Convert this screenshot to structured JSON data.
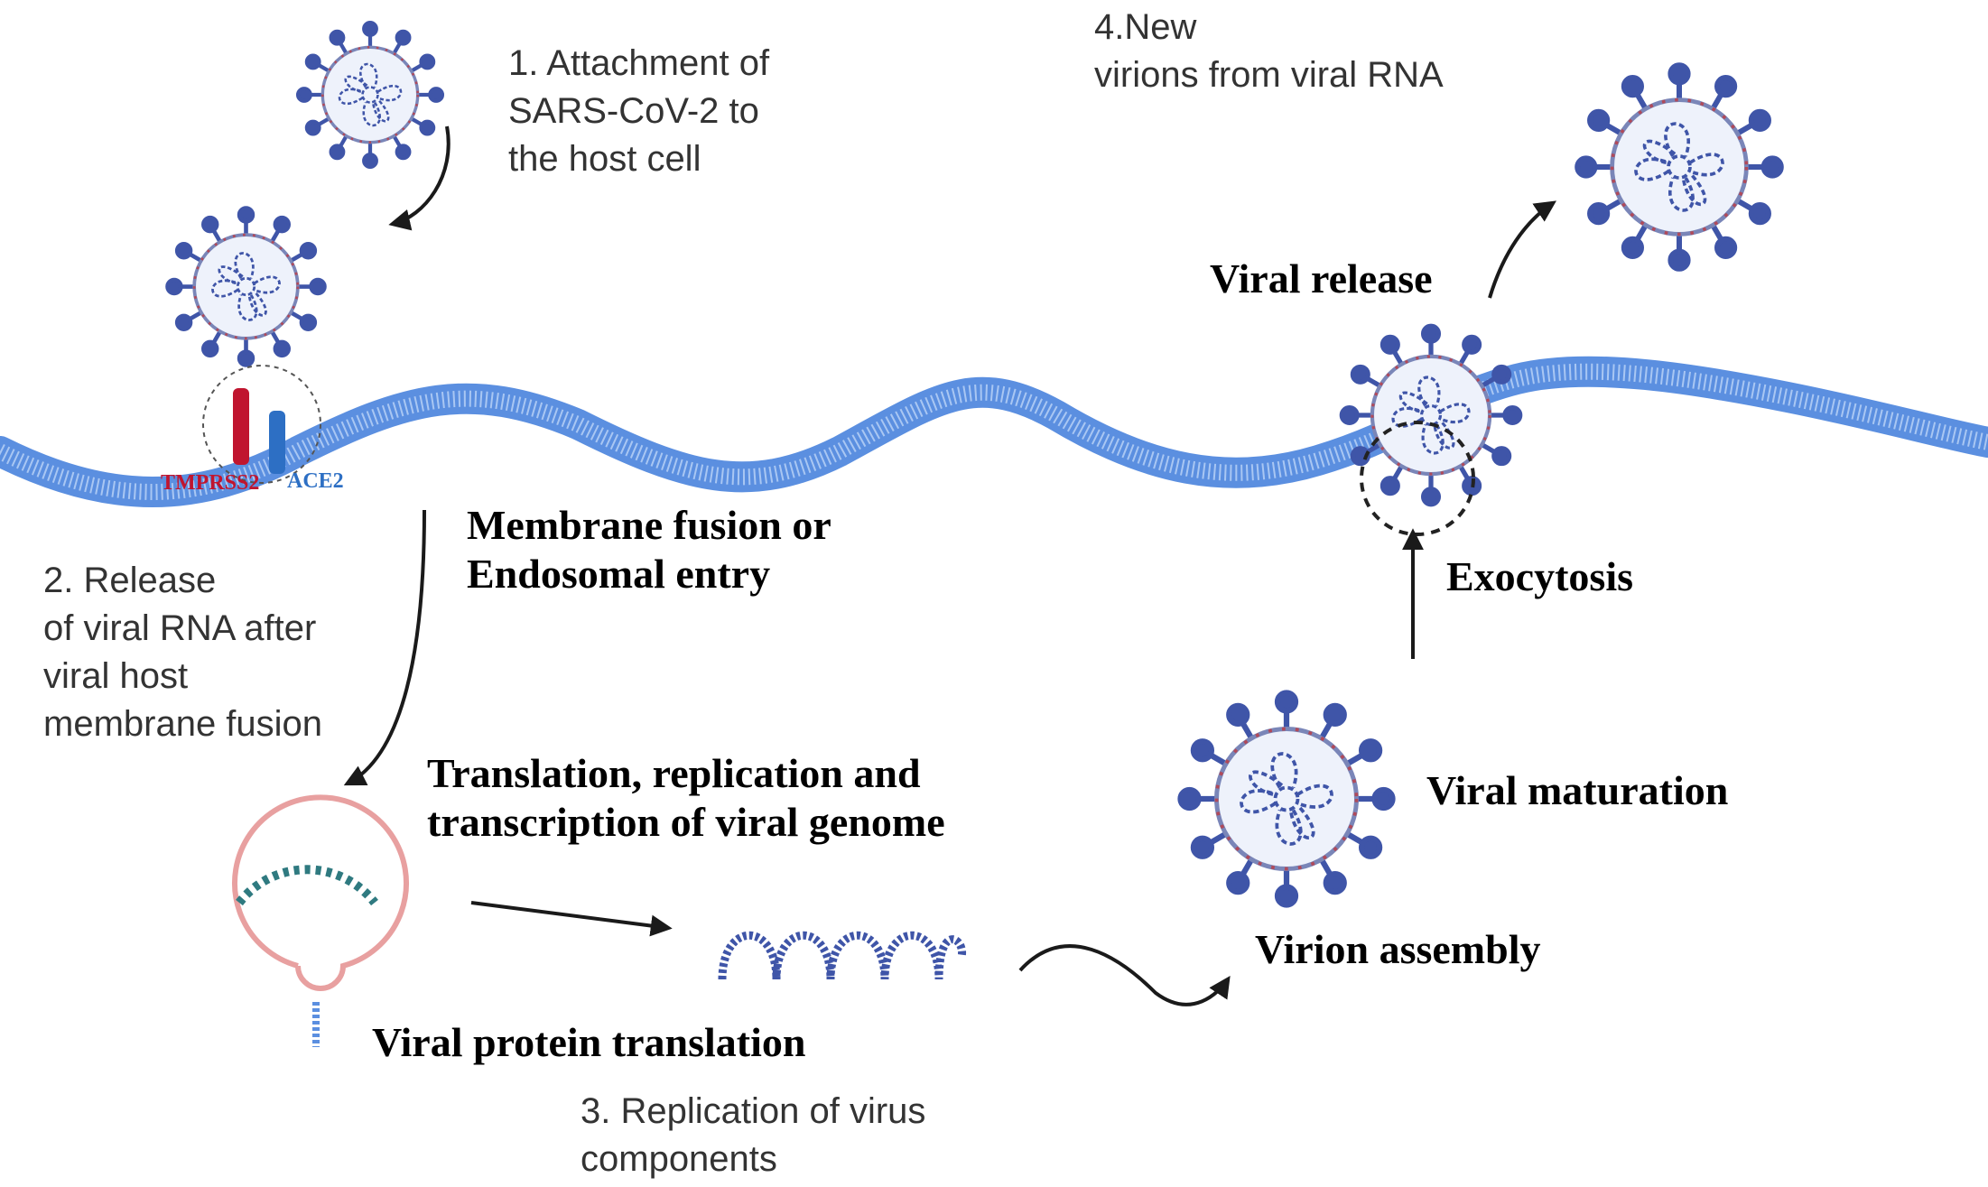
{
  "steps": {
    "step1": "1.  Attachment of\nSARS-CoV-2 to\nthe host cell",
    "step2": "2. Release\nof viral RNA after\nviral host\nmembrane fusion",
    "step3": "3. Replication of virus\ncomponents",
    "step4": "4.New\nvirions from viral RNA"
  },
  "processes": {
    "membrane_fusion": "Membrane fusion or\nEndosomal entry",
    "translation": "Translation, replication and\ntranscription of viral genome",
    "viral_protein_translation": "Viral protein translation",
    "virion_assembly": "Virion assembly",
    "viral_maturation": "Viral maturation",
    "exocytosis": "Exocytosis",
    "viral_release": "Viral release"
  },
  "receptors": {
    "tmprss2": "TMPRSS2",
    "ace2": "ACE2"
  },
  "colors": {
    "membrane": "#5b8fe0",
    "membrane_light": "#a9c7f3",
    "virus_spike": "#3f55a8",
    "virus_body": "#eef2fb",
    "virus_rna": "#3f55a8",
    "tmprss2": "#c0152f",
    "ace2": "#2d6fc4",
    "arrow": "#1a1a1a",
    "endosome": "#e8a0a0",
    "endosome_teal": "#2f7a80"
  }
}
